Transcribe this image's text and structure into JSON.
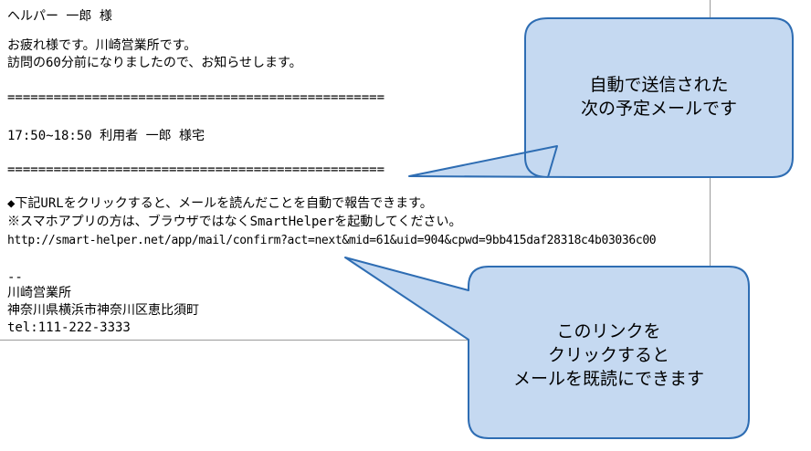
{
  "email": {
    "greeting": "ヘルパー 一郎 様",
    "body_line1": "お疲れ様です。川崎営業所です。",
    "body_line2": "訪問の60分前になりましたので、お知らせします。",
    "separator": "=================================================",
    "schedule": "17:50~18:50 利用者 一郎 様宅",
    "note_line1": "◆下記URLをクリックすると、メールを読んだことを自動で報告できます。",
    "note_line2": "※スマホアプリの方は、ブラウザではなくSmartHelperを起動してください。",
    "confirm_url": "http://smart-helper.net/app/mail/confirm?act=next&mid=61&uid=904&cpwd=9bb415daf28318c4b03036c00",
    "signature_dash": "--",
    "signature_office": "川崎営業所",
    "signature_address": "神奈川県横浜市神奈川区恵比須町",
    "signature_tel": "tel:111-222-3333"
  },
  "callouts": {
    "top": "自動で送信された\n次の予定メールです",
    "bottom": "このリンクを\nクリックすると\nメールを既読にできます"
  },
  "colors": {
    "callout_fill": "#c5d9f1",
    "callout_border": "#2e6db3"
  }
}
